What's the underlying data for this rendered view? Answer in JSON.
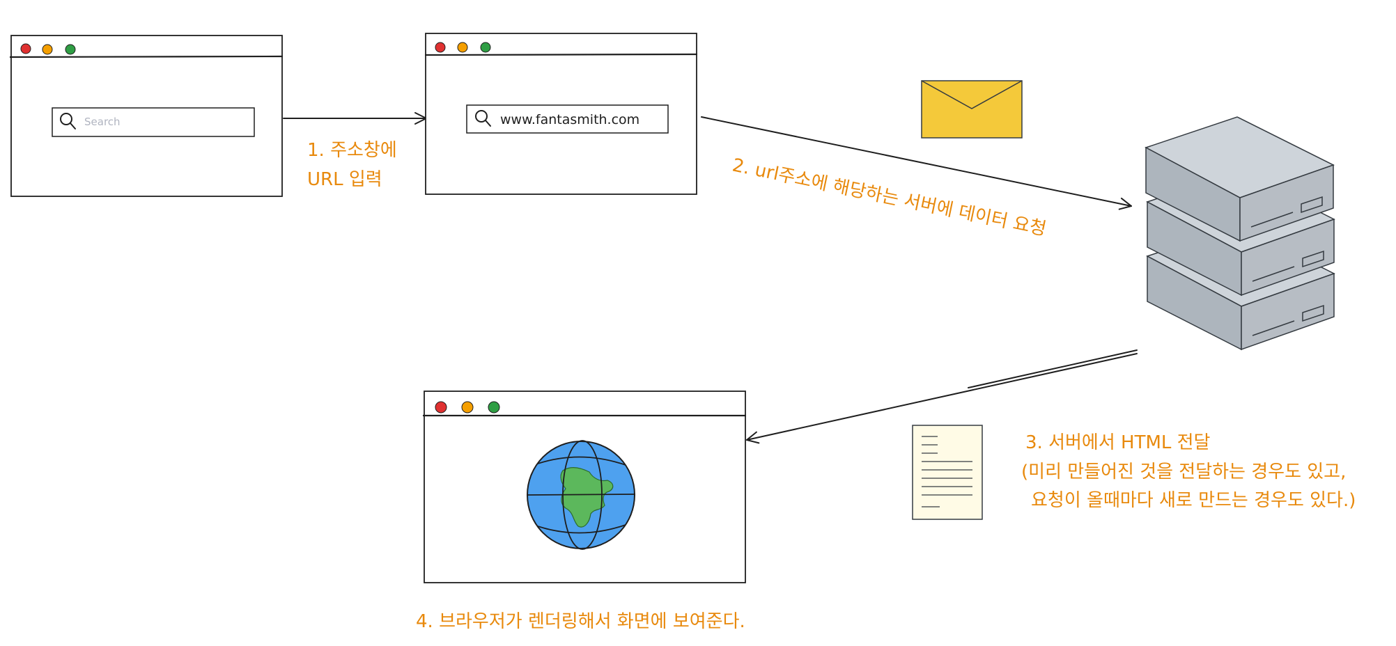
{
  "browsers": [
    {
      "id": "browser-1",
      "address_bar": {
        "value": "",
        "placeholder": "Search"
      }
    },
    {
      "id": "browser-2",
      "address_bar": {
        "value": "www.fantasmith.com",
        "placeholder": ""
      }
    },
    {
      "id": "browser-3",
      "content": "globe"
    }
  ],
  "steps": {
    "step1_line1": "1. 주소창에",
    "step1_line2": "URL 입력",
    "step2": "2. url주소에 해당하는 서버에 데이터 요청",
    "step3_line1": "3. 서버에서 HTML 전달",
    "step3_line2": "(미리 만들어진 것을 전달하는 경우도 있고,",
    "step3_line3": "요청이 올때마다 새로 만드는 경우도 있다.)",
    "step4": "4. 브라우저가 렌더링해서 화면에 보여준다."
  },
  "icons": [
    "search-icon",
    "envelope-icon",
    "server-icon",
    "document-icon",
    "globe-icon"
  ],
  "colors": {
    "label": "#e8890c",
    "window_dot_red": "#e03131",
    "window_dot_orange": "#f59f00",
    "window_dot_green": "#2f9e44",
    "envelope": "#f4c93a",
    "server": "#ced4da",
    "globe_ocean": "#4ea1ef",
    "globe_land": "#5cb85c"
  }
}
